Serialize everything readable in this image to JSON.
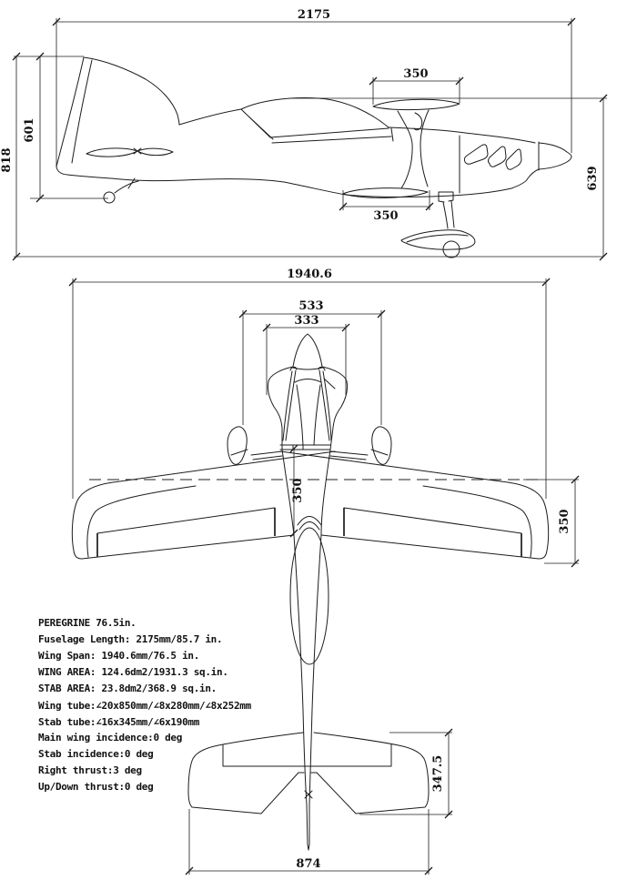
{
  "page": {
    "background": "#ffffff",
    "line_color": "#1c1c1c"
  },
  "side_view": {
    "dims": {
      "overall_length": "2175",
      "fin_height": "601",
      "overall_height": "818",
      "wingtip_chord_upper": "350",
      "wingtip_chord_lower": "350",
      "nose_height": "639"
    }
  },
  "top_view": {
    "dims": {
      "wingspan": "1940.6",
      "front_width_outer": "533",
      "front_width_inner": "333",
      "wing_root_chord": "350",
      "wing_tip_chord": "350"
    }
  },
  "stab_view": {
    "dims": {
      "stab_span": "874",
      "stab_chord": "347.5"
    }
  },
  "specs": {
    "lines": [
      "PEREGRINE 76.5in.",
      "Fuselage Length: 2175mm/85.7 in.",
      "Wing Span: 1940.6mm/76.5 in.",
      "WING AREA: 124.6dm2/1931.3 sq.in.",
      "STAB AREA: 23.8dm2/368.9 sq.in.",
      "Wing tube:∠20x850mm/∠8x280mm/∠8x252mm",
      "Stab tube:∠16x345mm/∠6x190mm",
      "Main wing incidence:0 deg",
      "Stab incidence:0 deg",
      "Right thrust:3 deg",
      "Up/Down thrust:0 deg"
    ]
  }
}
